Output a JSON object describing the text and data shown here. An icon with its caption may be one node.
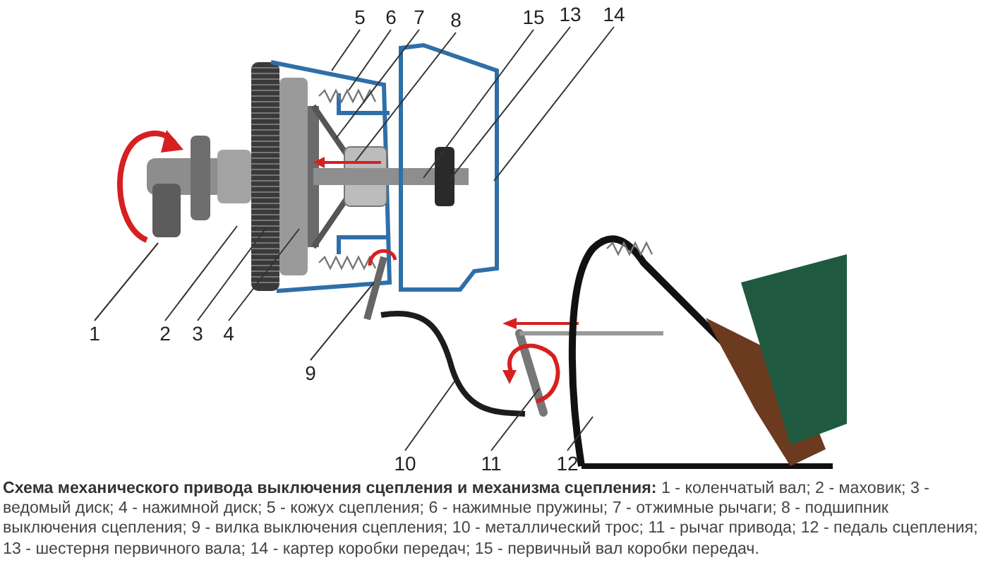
{
  "diagram": {
    "caption": "**Схема механического привода выключения сцепления и механизма сцепления:** 1 - коленчатый вал; 2 - маховик; 3 - ведомый диск; 4 - нажимной диск; 5 - кожух сцепления; 6 - нажимные пружины; 7 - отжимные рычаги; 8 - подшипник выключения сцепления; 9 - вилка выключения сцепления; 10 - металлический трос; 11 - рычаг привода; 12 - педаль сцепления; 13 - шестерня первичного вала; 14 - картер коробки передач; 15 - первичный вал коробки передач.",
    "nodes": [
      {
        "text": [
          "5"
        ]
      },
      {
        "text": [
          "6"
        ]
      },
      {
        "text": [
          "7"
        ]
      },
      {
        "text": [
          "8"
        ]
      },
      {
        "text": [
          "15"
        ]
      },
      {
        "text": [
          "13"
        ]
      },
      {
        "text": [
          "14"
        ]
      },
      {
        "text": [
          "1"
        ]
      },
      {
        "text": [
          "2"
        ]
      },
      {
        "text": [
          "3"
        ]
      },
      {
        "text": [
          "4"
        ]
      },
      {
        "text": [
          "9"
        ]
      },
      {
        "text": [
          "10"
        ]
      },
      {
        "text": [
          "11"
        ]
      },
      {
        "text": [
          "12"
        ]
      }
    ],
    "edges": [
      {
        "from": 0,
        "to": null,
        "arrow": "none"
      },
      {
        "from": 1,
        "to": null,
        "arrow": "none"
      },
      {
        "from": 2,
        "to": null,
        "arrow": "none"
      },
      {
        "from": 3,
        "to": null,
        "arrow": "none"
      },
      {
        "from": 4,
        "to": null,
        "arrow": "none"
      },
      {
        "from": 5,
        "to": null,
        "arrow": "none"
      },
      {
        "from": 6,
        "to": null,
        "arrow": "none"
      },
      {
        "from": 7,
        "to": null,
        "arrow": "none"
      },
      {
        "from": 8,
        "to": null,
        "arrow": "none"
      },
      {
        "from": 9,
        "to": null,
        "arrow": "none"
      },
      {
        "from": 10,
        "to": null,
        "arrow": "none"
      },
      {
        "from": 11,
        "to": null,
        "arrow": "none"
      },
      {
        "from": 12,
        "to": null,
        "arrow": "none"
      },
      {
        "from": 13,
        "to": null,
        "arrow": "none"
      },
      {
        "from": 14,
        "to": null,
        "arrow": "none"
      }
    ]
  }
}
